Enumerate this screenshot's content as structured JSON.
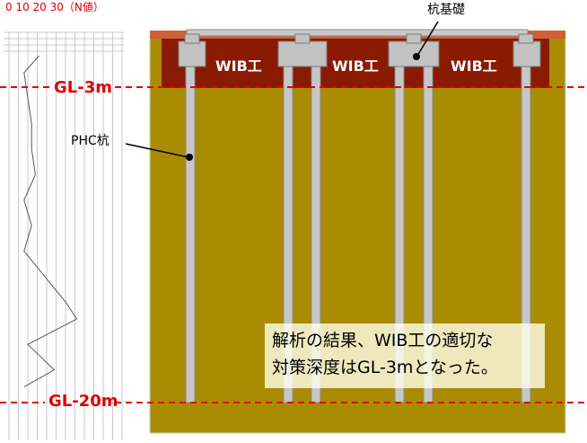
{
  "n_value_chart": {
    "axis_label": "0 10 20 30（N値）",
    "tick_values": [
      0,
      10,
      20,
      30
    ],
    "profile": [
      {
        "n": 16,
        "depth": 0
      },
      {
        "n": 8,
        "depth": 1
      },
      {
        "n": 12,
        "depth": 4
      },
      {
        "n": 12,
        "depth": 5.5
      },
      {
        "n": 14,
        "depth": 7
      },
      {
        "n": 8,
        "depth": 8.5
      },
      {
        "n": 12,
        "depth": 10
      },
      {
        "n": 8,
        "depth": 11.5
      },
      {
        "n": 30,
        "depth": 14.5
      },
      {
        "n": 36,
        "depth": 15.5
      },
      {
        "n": 10,
        "depth": 17
      },
      {
        "n": 24,
        "depth": 18.5
      },
      {
        "n": 8,
        "depth": 19.5
      }
    ]
  },
  "depth_markers": {
    "gl3": "GL-3m",
    "gl20": "GL-20m"
  },
  "wib_labels": [
    "WIB工",
    "WIB工",
    "WIB工"
  ],
  "callouts": {
    "pile": "PHC杭",
    "foundation": "杭基礎"
  },
  "conclusion": {
    "line1": "解析の結果、WIB工の適切な",
    "line2": "対策深度はGL-3mとなった。"
  },
  "colors": {
    "soil": "#a98c02",
    "wib_zone": "#8b1a03",
    "cap_slab": "#cf6038",
    "marker": "#e00000",
    "pile": "#c7c7c7"
  }
}
